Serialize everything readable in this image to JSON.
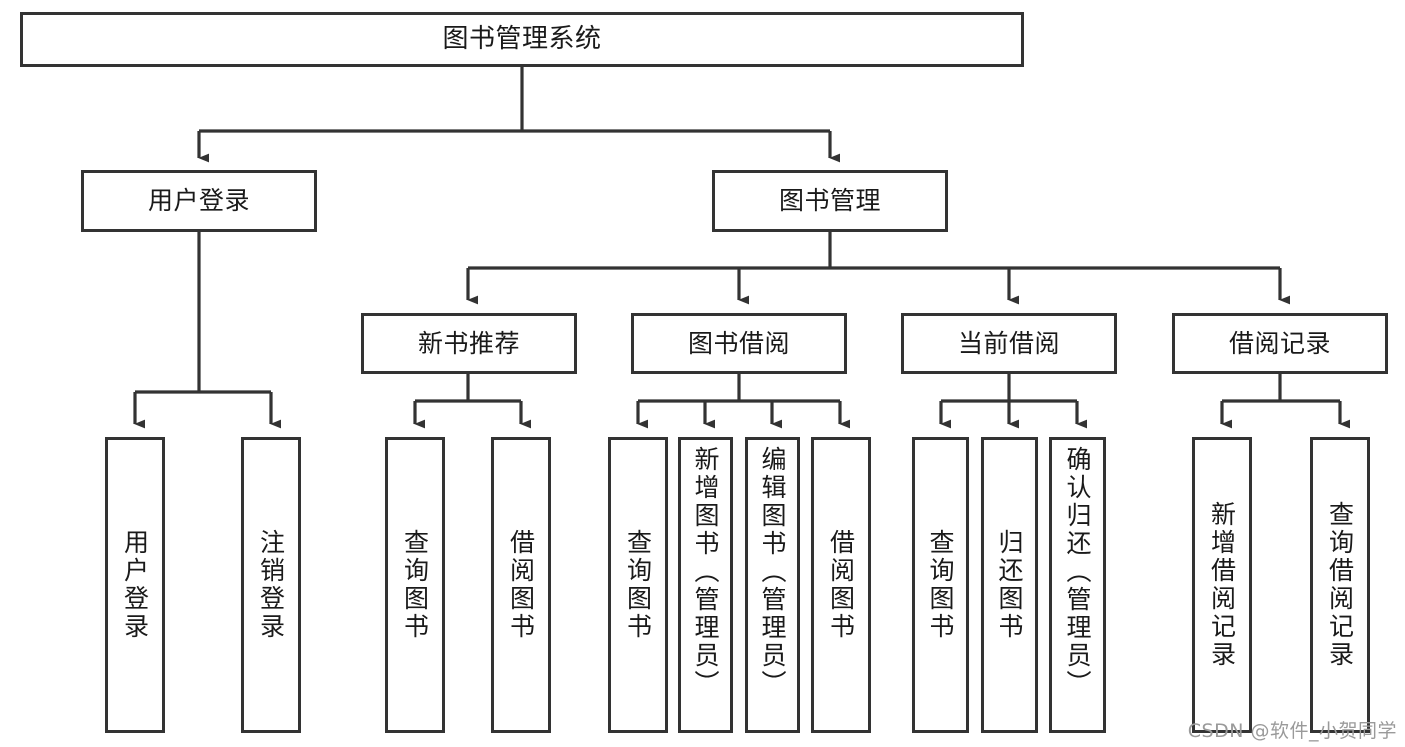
{
  "diagram": {
    "title": "图书管理系统",
    "type": "tree-hierarchy-diagram",
    "colors": {
      "box_border": "#333333",
      "box_fill": "#ffffff",
      "connector": "#333333",
      "text": "#1a1a1a",
      "watermark": "#9a9a9a",
      "background": "#ffffff"
    },
    "root": {
      "label": "图书管理系统"
    },
    "level2": [
      {
        "label": "用户登录"
      },
      {
        "label": "图书管理"
      }
    ],
    "level3": [
      {
        "label": "新书推荐"
      },
      {
        "label": "图书借阅"
      },
      {
        "label": "当前借阅"
      },
      {
        "label": "借阅记录"
      }
    ],
    "leaves": {
      "user_login": [
        {
          "label": "用户登录"
        },
        {
          "label": "注销登录"
        }
      ],
      "new_books": [
        {
          "label": "查询图书"
        },
        {
          "label": "借阅图书"
        }
      ],
      "book_borrow": [
        {
          "label": "查询图书"
        },
        {
          "label": "新增图书（管理员）"
        },
        {
          "label": "编辑图书（管理员）"
        },
        {
          "label": "借阅图书"
        }
      ],
      "current_borrow": [
        {
          "label": "查询图书"
        },
        {
          "label": "归还图书"
        },
        {
          "label": "确认归还（管理员）"
        }
      ],
      "borrow_record": [
        {
          "label": "新增借阅记录"
        },
        {
          "label": "查询借阅记录"
        }
      ]
    },
    "watermark": "CSDN @软件_小贺同学"
  }
}
